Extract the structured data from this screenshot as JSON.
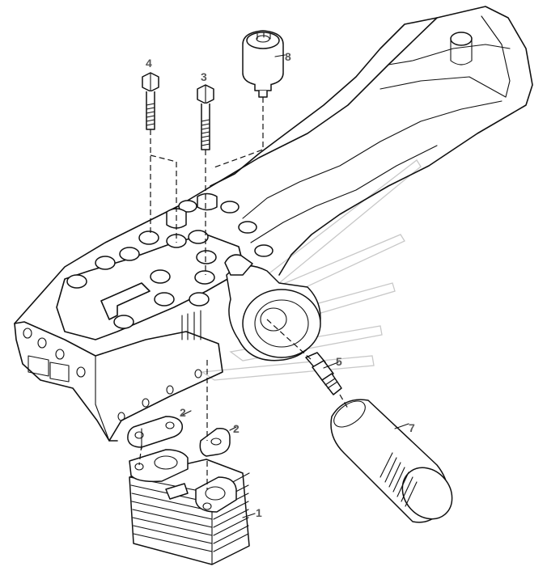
{
  "callouts": {
    "c1": "1",
    "c2a": "2",
    "c2b": "2",
    "c3": "3",
    "c4": "4",
    "c5": "5",
    "c7": "7",
    "c8": "8"
  }
}
